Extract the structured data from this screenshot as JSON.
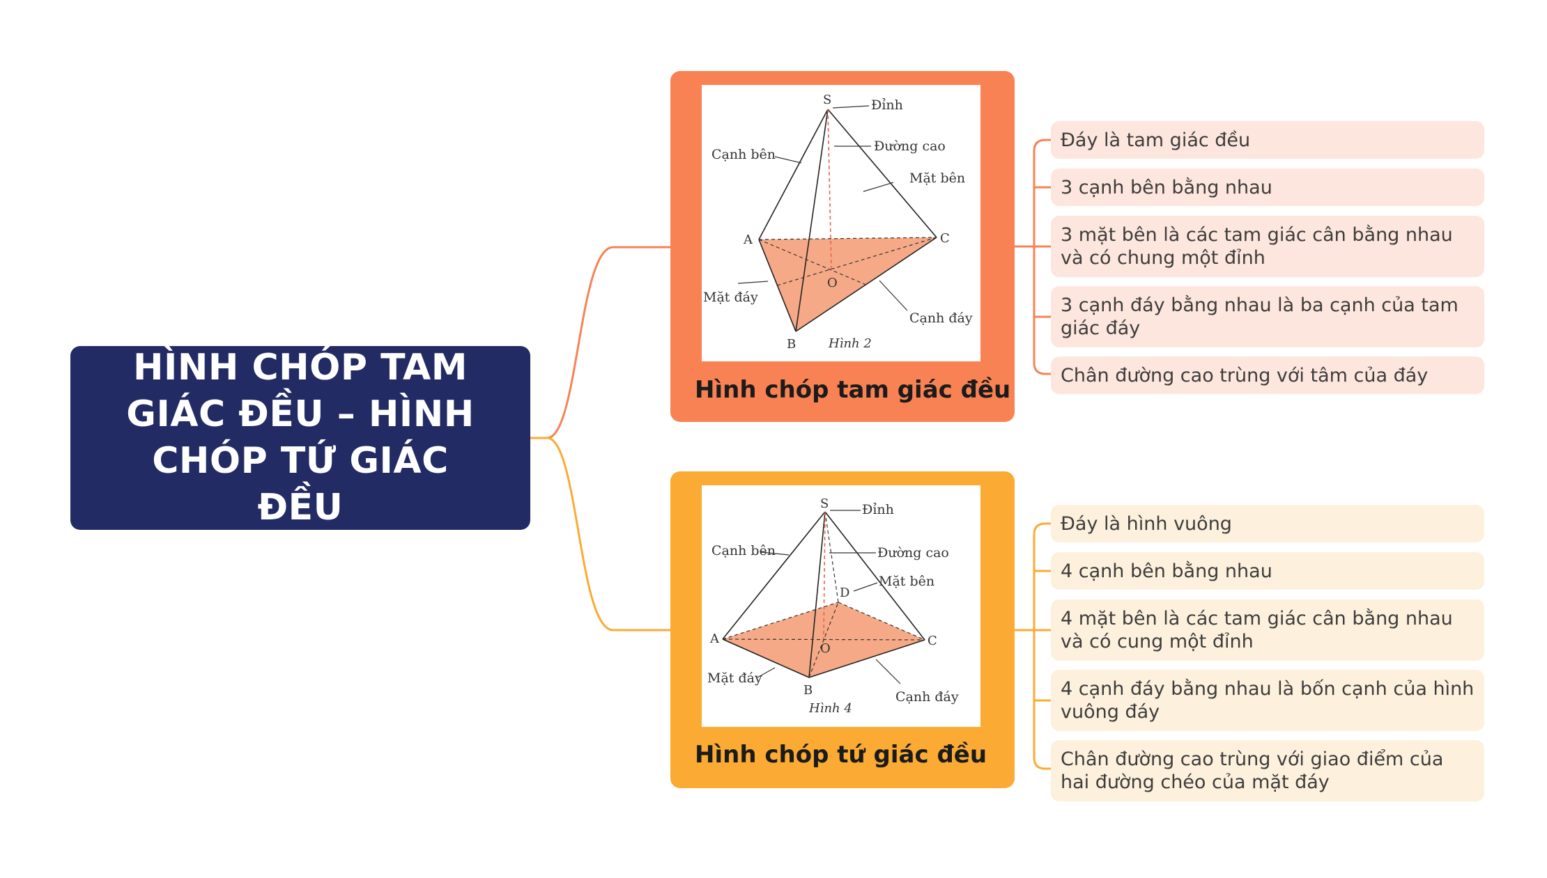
{
  "root": {
    "title": "HÌNH CHÓP TAM GIÁC ĐỀU – HÌNH CHÓP TỨ GIÁC ĐỀU"
  },
  "colors": {
    "root_bg": "#232b65",
    "triangle_branch": "#f88253",
    "square_branch": "#fbab34",
    "triangle_leaf_bg": "#fde6dd",
    "square_leaf_bg": "#fdf1dd",
    "base_fill": "#f4a07a"
  },
  "branches": [
    {
      "label": "Hình chóp tam giác đều",
      "figure": {
        "caption": "Hình 2",
        "vertices": {
          "apex": "S",
          "a": "A",
          "b": "B",
          "c": "C",
          "foot": "O"
        },
        "annotations": {
          "apex": "Đỉnh",
          "height": "Đường cao",
          "lateral_edge": "Cạnh bên",
          "lateral_face": "Mặt bên",
          "base_face": "Mặt đáy",
          "base_edge": "Cạnh đáy"
        }
      },
      "leaves": [
        "Đáy là tam giác đều",
        "3 cạnh bên bằng nhau",
        "3 mặt bên là các tam giác cân bằng nhau và có chung một đỉnh",
        "3 cạnh đáy bằng nhau là ba cạnh của tam giác đáy",
        "Chân đường cao trùng với tâm của đáy"
      ]
    },
    {
      "label": "Hình chóp tứ giác đều",
      "figure": {
        "caption": "Hình 4",
        "vertices": {
          "apex": "S",
          "a": "A",
          "b": "B",
          "c": "C",
          "d": "D",
          "foot": "O"
        },
        "annotations": {
          "apex": "Đỉnh",
          "height": "Đường cao",
          "lateral_edge": "Cạnh bên",
          "lateral_face": "Mặt bên",
          "base_face": "Mặt đáy",
          "base_edge": "Cạnh đáy"
        }
      },
      "leaves": [
        "Đáy là hình vuông",
        "4 cạnh bên bằng nhau",
        "4 mặt bên là các tam giác cân bằng nhau và có cung một đỉnh",
        "4 cạnh đáy bằng nhau là bốn cạnh của hình vuông đáy",
        "Chân đường cao trùng với giao điểm của hai đường chéo của mặt đáy"
      ]
    }
  ]
}
